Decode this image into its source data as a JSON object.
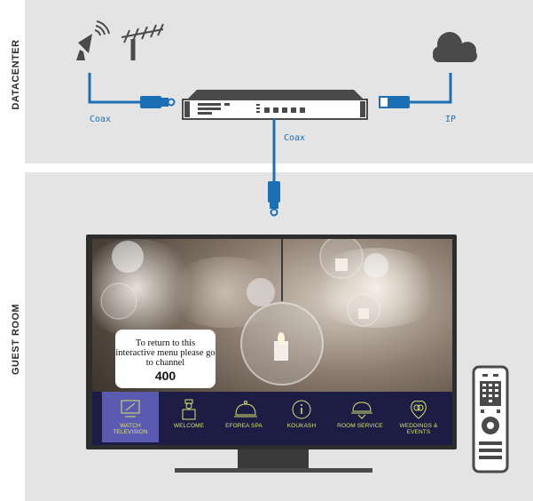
{
  "sections": {
    "datacenter": "DATACENTER",
    "guest_room": "GUEST ROOM"
  },
  "connections": {
    "coax_left": "Coax",
    "ip": "IP",
    "coax_down": "Coax"
  },
  "tv_screen": {
    "message": "To return to this interactive menu please go to channel",
    "channel": "400",
    "menu_items": [
      {
        "label": "WATCH TELEVISION",
        "icon": "tv-icon",
        "active": true
      },
      {
        "label": "WELCOME",
        "icon": "concierge-icon",
        "active": false
      },
      {
        "label": "EFOREA SPA",
        "icon": "cloche-icon",
        "active": false
      },
      {
        "label": "KOUKASH",
        "icon": "info-icon",
        "active": false
      },
      {
        "label": "ROOM SERVICE",
        "icon": "room-service-icon",
        "active": false
      },
      {
        "label": "WEDDINGS & EVENTS",
        "icon": "rings-icon",
        "active": false
      }
    ]
  },
  "colors": {
    "panel": "#e4e4e4",
    "wire": "#1a6fb5",
    "icon": "#4a4a4a",
    "menu_bar": "#1c1c44",
    "menu_active": "#5a5ab0",
    "menu_text": "#d9e36a"
  }
}
